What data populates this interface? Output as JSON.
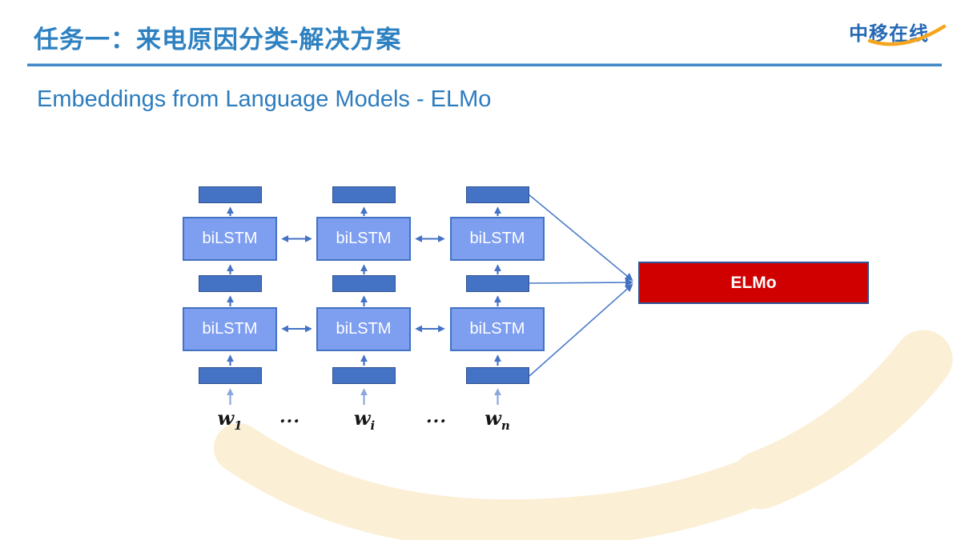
{
  "header": {
    "title": "任务一：来电原因分类-解决方案",
    "logo_text": "中移在线",
    "colors": {
      "title_blue": "#2e81c1",
      "underline_blue": "#4189c6",
      "logo_blue": "#2668b4",
      "logo_orange": "#f5a51d"
    }
  },
  "subtitle": "Embeddings from Language Models - ELMo",
  "diagram": {
    "bilstm_label": "biLSTM",
    "elmo_label": "ELMo",
    "tokens": [
      {
        "main": "w",
        "sub": "1"
      },
      {
        "main": "...",
        "sub": ""
      },
      {
        "main": "w",
        "sub": "i"
      },
      {
        "main": "...",
        "sub": ""
      },
      {
        "main": "w",
        "sub": "n"
      }
    ],
    "structure": {
      "bilstm_rows": 2,
      "bilstm_columns": 3,
      "state_bar_rows": [
        "top-output",
        "between-layers",
        "input-embedding"
      ],
      "connections": "bidirectional between adjacent biLSTM cells; rightmost column bars feed into ELMo"
    },
    "colors": {
      "box_fill": "#7e9ef0",
      "box_border": "#4472c4",
      "bar_fill": "#4472c4",
      "bar_border": "#2f528f",
      "arrow_blue": "#4472c4",
      "arrow_light": "#8ca7de",
      "connector_blue": "#4c7cc8",
      "elmo_fill": "#d00000",
      "elmo_border": "#2f5597"
    }
  },
  "decoration": {
    "swoosh_color": "#fbefd5"
  }
}
